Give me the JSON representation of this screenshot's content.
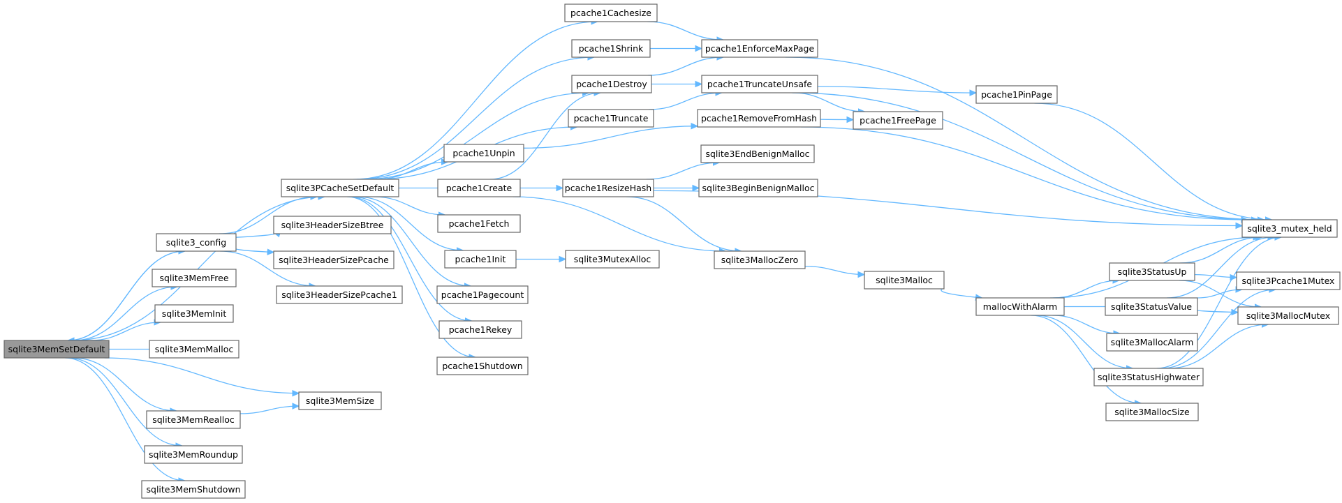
{
  "graph": {
    "edge_color": "#63b8ff",
    "root_fill": "#999999",
    "nodes": [
      {
        "id": "root",
        "label": "sqlite3MemSetDefault",
        "root": true
      },
      {
        "id": "config",
        "label": "sqlite3_config"
      },
      {
        "id": "memfree",
        "label": "sqlite3MemFree"
      },
      {
        "id": "meminit",
        "label": "sqlite3MemInit"
      },
      {
        "id": "memmalloc",
        "label": "sqlite3MemMalloc"
      },
      {
        "id": "memrealloc",
        "label": "sqlite3MemRealloc"
      },
      {
        "id": "memroundup",
        "label": "sqlite3MemRoundup"
      },
      {
        "id": "memshutdown",
        "label": "sqlite3MemShutdown"
      },
      {
        "id": "memsize",
        "label": "sqlite3MemSize"
      },
      {
        "id": "pcachesetdefault",
        "label": "sqlite3PCacheSetDefault"
      },
      {
        "id": "hsbtree",
        "label": "sqlite3HeaderSizeBtree"
      },
      {
        "id": "hspcache",
        "label": "sqlite3HeaderSizePcache"
      },
      {
        "id": "hspcache1",
        "label": "sqlite3HeaderSizePcache1"
      },
      {
        "id": "cachesize",
        "label": "pcache1Cachesize"
      },
      {
        "id": "shrink",
        "label": "pcache1Shrink"
      },
      {
        "id": "destroy",
        "label": "pcache1Destroy"
      },
      {
        "id": "truncate",
        "label": "pcache1Truncate"
      },
      {
        "id": "unpin",
        "label": "pcache1Unpin"
      },
      {
        "id": "create",
        "label": "pcache1Create"
      },
      {
        "id": "fetch",
        "label": "pcache1Fetch"
      },
      {
        "id": "init",
        "label": "pcache1Init"
      },
      {
        "id": "pagecount",
        "label": "pcache1Pagecount"
      },
      {
        "id": "rekey",
        "label": "pcache1Rekey"
      },
      {
        "id": "shutdown",
        "label": "pcache1Shutdown"
      },
      {
        "id": "enforce",
        "label": "pcache1EnforceMaxPage"
      },
      {
        "id": "truncunsafe",
        "label": "pcache1TruncateUnsafe"
      },
      {
        "id": "removehash",
        "label": "pcache1RemoveFromHash"
      },
      {
        "id": "resizehash",
        "label": "pcache1ResizeHash"
      },
      {
        "id": "mutexalloc",
        "label": "sqlite3MutexAlloc"
      },
      {
        "id": "endbenign",
        "label": "sqlite3EndBenignMalloc"
      },
      {
        "id": "beginbenign",
        "label": "sqlite3BeginBenignMalloc"
      },
      {
        "id": "malloczero",
        "label": "sqlite3MallocZero"
      },
      {
        "id": "freepage",
        "label": "pcache1FreePage"
      },
      {
        "id": "pinpage",
        "label": "pcache1PinPage"
      },
      {
        "id": "malloc",
        "label": "sqlite3Malloc"
      },
      {
        "id": "mallocalarm",
        "label": "mallocWithAlarm"
      },
      {
        "id": "statusup",
        "label": "sqlite3StatusUp"
      },
      {
        "id": "statusvalue",
        "label": "sqlite3StatusValue"
      },
      {
        "id": "mallocalarm2",
        "label": "sqlite3MallocAlarm"
      },
      {
        "id": "statushigh",
        "label": "sqlite3StatusHighwater"
      },
      {
        "id": "mallocsize",
        "label": "sqlite3MallocSize"
      },
      {
        "id": "mutexheld",
        "label": "sqlite3_mutex_held"
      },
      {
        "id": "pcache1mutex",
        "label": "sqlite3Pcache1Mutex"
      },
      {
        "id": "mallocmutex",
        "label": "sqlite3MallocMutex"
      }
    ],
    "edges": [
      [
        "root",
        "config"
      ],
      [
        "root",
        "memfree"
      ],
      [
        "root",
        "meminit"
      ],
      [
        "root",
        "memmalloc"
      ],
      [
        "root",
        "memrealloc"
      ],
      [
        "root",
        "memroundup"
      ],
      [
        "root",
        "memshutdown"
      ],
      [
        "root",
        "memsize"
      ],
      [
        "root",
        "pcachesetdefault"
      ],
      [
        "config",
        "root"
      ],
      [
        "config",
        "pcachesetdefault"
      ],
      [
        "config",
        "hsbtree"
      ],
      [
        "config",
        "hspcache"
      ],
      [
        "config",
        "hspcache1"
      ],
      [
        "memrealloc",
        "memsize"
      ],
      [
        "pcachesetdefault",
        "cachesize"
      ],
      [
        "pcachesetdefault",
        "shrink"
      ],
      [
        "pcachesetdefault",
        "destroy"
      ],
      [
        "pcachesetdefault",
        "truncate"
      ],
      [
        "pcachesetdefault",
        "unpin"
      ],
      [
        "pcachesetdefault",
        "create"
      ],
      [
        "pcachesetdefault",
        "fetch"
      ],
      [
        "pcachesetdefault",
        "init"
      ],
      [
        "pcachesetdefault",
        "pagecount"
      ],
      [
        "pcachesetdefault",
        "rekey"
      ],
      [
        "pcachesetdefault",
        "shutdown"
      ],
      [
        "cachesize",
        "enforce"
      ],
      [
        "shrink",
        "enforce"
      ],
      [
        "destroy",
        "enforce"
      ],
      [
        "destroy",
        "truncunsafe"
      ],
      [
        "truncate",
        "truncunsafe"
      ],
      [
        "unpin",
        "removehash"
      ],
      [
        "create",
        "destroy"
      ],
      [
        "create",
        "resizehash"
      ],
      [
        "create",
        "malloczero"
      ],
      [
        "init",
        "mutexalloc"
      ],
      [
        "enforce",
        "mutexheld"
      ],
      [
        "truncunsafe",
        "freepage"
      ],
      [
        "truncunsafe",
        "pinpage"
      ],
      [
        "truncunsafe",
        "mutexheld"
      ],
      [
        "removehash",
        "freepage"
      ],
      [
        "removehash",
        "mutexheld"
      ],
      [
        "resizehash",
        "endbenign"
      ],
      [
        "resizehash",
        "beginbenign"
      ],
      [
        "resizehash",
        "malloczero"
      ],
      [
        "resizehash",
        "mutexheld"
      ],
      [
        "pinpage",
        "mutexheld"
      ],
      [
        "malloczero",
        "malloc"
      ],
      [
        "malloc",
        "mallocalarm"
      ],
      [
        "mallocalarm",
        "mutexheld"
      ],
      [
        "mallocalarm",
        "statusup"
      ],
      [
        "mallocalarm",
        "statusvalue"
      ],
      [
        "mallocalarm",
        "mallocalarm2"
      ],
      [
        "mallocalarm",
        "statushigh"
      ],
      [
        "mallocalarm",
        "mallocsize"
      ],
      [
        "statusup",
        "mutexheld"
      ],
      [
        "statusup",
        "pcache1mutex"
      ],
      [
        "statusup",
        "mallocmutex"
      ],
      [
        "statusvalue",
        "pcache1mutex"
      ],
      [
        "statusvalue",
        "mallocmutex"
      ],
      [
        "statusvalue",
        "mutexheld"
      ],
      [
        "statushigh",
        "mutexheld"
      ],
      [
        "statushigh",
        "pcache1mutex"
      ],
      [
        "statushigh",
        "mallocmutex"
      ]
    ]
  }
}
